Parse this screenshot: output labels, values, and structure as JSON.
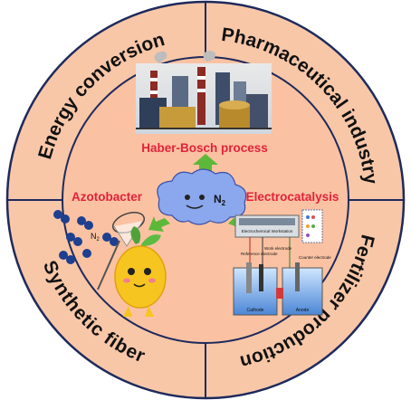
{
  "outer_ring": {
    "labels": [
      "Energy conversion",
      "Pharmaceutical industry",
      "Fertilizer production",
      "Synthetic fiber"
    ]
  },
  "center": {
    "molecule_label": "N",
    "molecule_sub": "2",
    "top_caption": "Haber-Bosch process",
    "left_caption": "Azotobacter",
    "right_caption": "Electrocatalysis",
    "bio_label": "N",
    "bio_sub": "2"
  },
  "workstation": {
    "screen_label": "Electrochemical Workstation",
    "ref_label": "Reference electrode",
    "work_label": "Work electrode",
    "counter_label": "Counter electrode",
    "cathode_label": "Cathode",
    "anode_label": "Anode"
  },
  "colors": {
    "ring_fill": "#f8c7a8",
    "ring_stroke": "#1e2a5c",
    "inner_fill": "#fac2a2",
    "caption_red": "#e3223c",
    "arrow_green": "#5db83a",
    "cloud_blue": "#8ba8ee"
  }
}
